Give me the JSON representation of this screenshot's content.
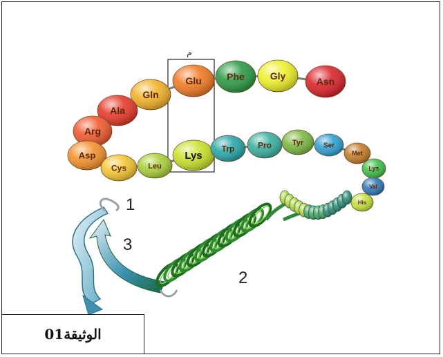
{
  "caption": "الوثيقة01",
  "highlight_label": "م",
  "structure_labels": [
    "1",
    "2",
    "3"
  ],
  "amino_acids": [
    {
      "name": "Asn",
      "color": "#d9242b"
    },
    {
      "name": "Gly",
      "color": "#eef02a"
    },
    {
      "name": "Phe",
      "color": "#2c9a45"
    },
    {
      "name": "Glu",
      "color": "#f07a25"
    },
    {
      "name": "Gln",
      "color": "#f2b22a"
    },
    {
      "name": "Ala",
      "color": "#e63a2a"
    },
    {
      "name": "Arg",
      "color": "#f05a2e"
    },
    {
      "name": "Asp",
      "color": "#f4922e"
    },
    {
      "name": "Cys",
      "color": "#f5c535"
    },
    {
      "name": "Leu",
      "color": "#a8cf3a"
    },
    {
      "name": "Lys",
      "color": "#c9e02a"
    },
    {
      "name": "Trp",
      "color": "#2aa5a8"
    },
    {
      "name": "Pro",
      "color": "#3bb0a0"
    },
    {
      "name": "Tyr",
      "color": "#7cb842"
    },
    {
      "name": "Ser",
      "color": "#2f9fd0"
    },
    {
      "name": "Met",
      "color": "#c47c2a"
    },
    {
      "name": "Lys",
      "color": "#3fbf4a"
    },
    {
      "name": "Val",
      "color": "#2f78b8"
    },
    {
      "name": "His",
      "color": "#c3e03a"
    }
  ]
}
